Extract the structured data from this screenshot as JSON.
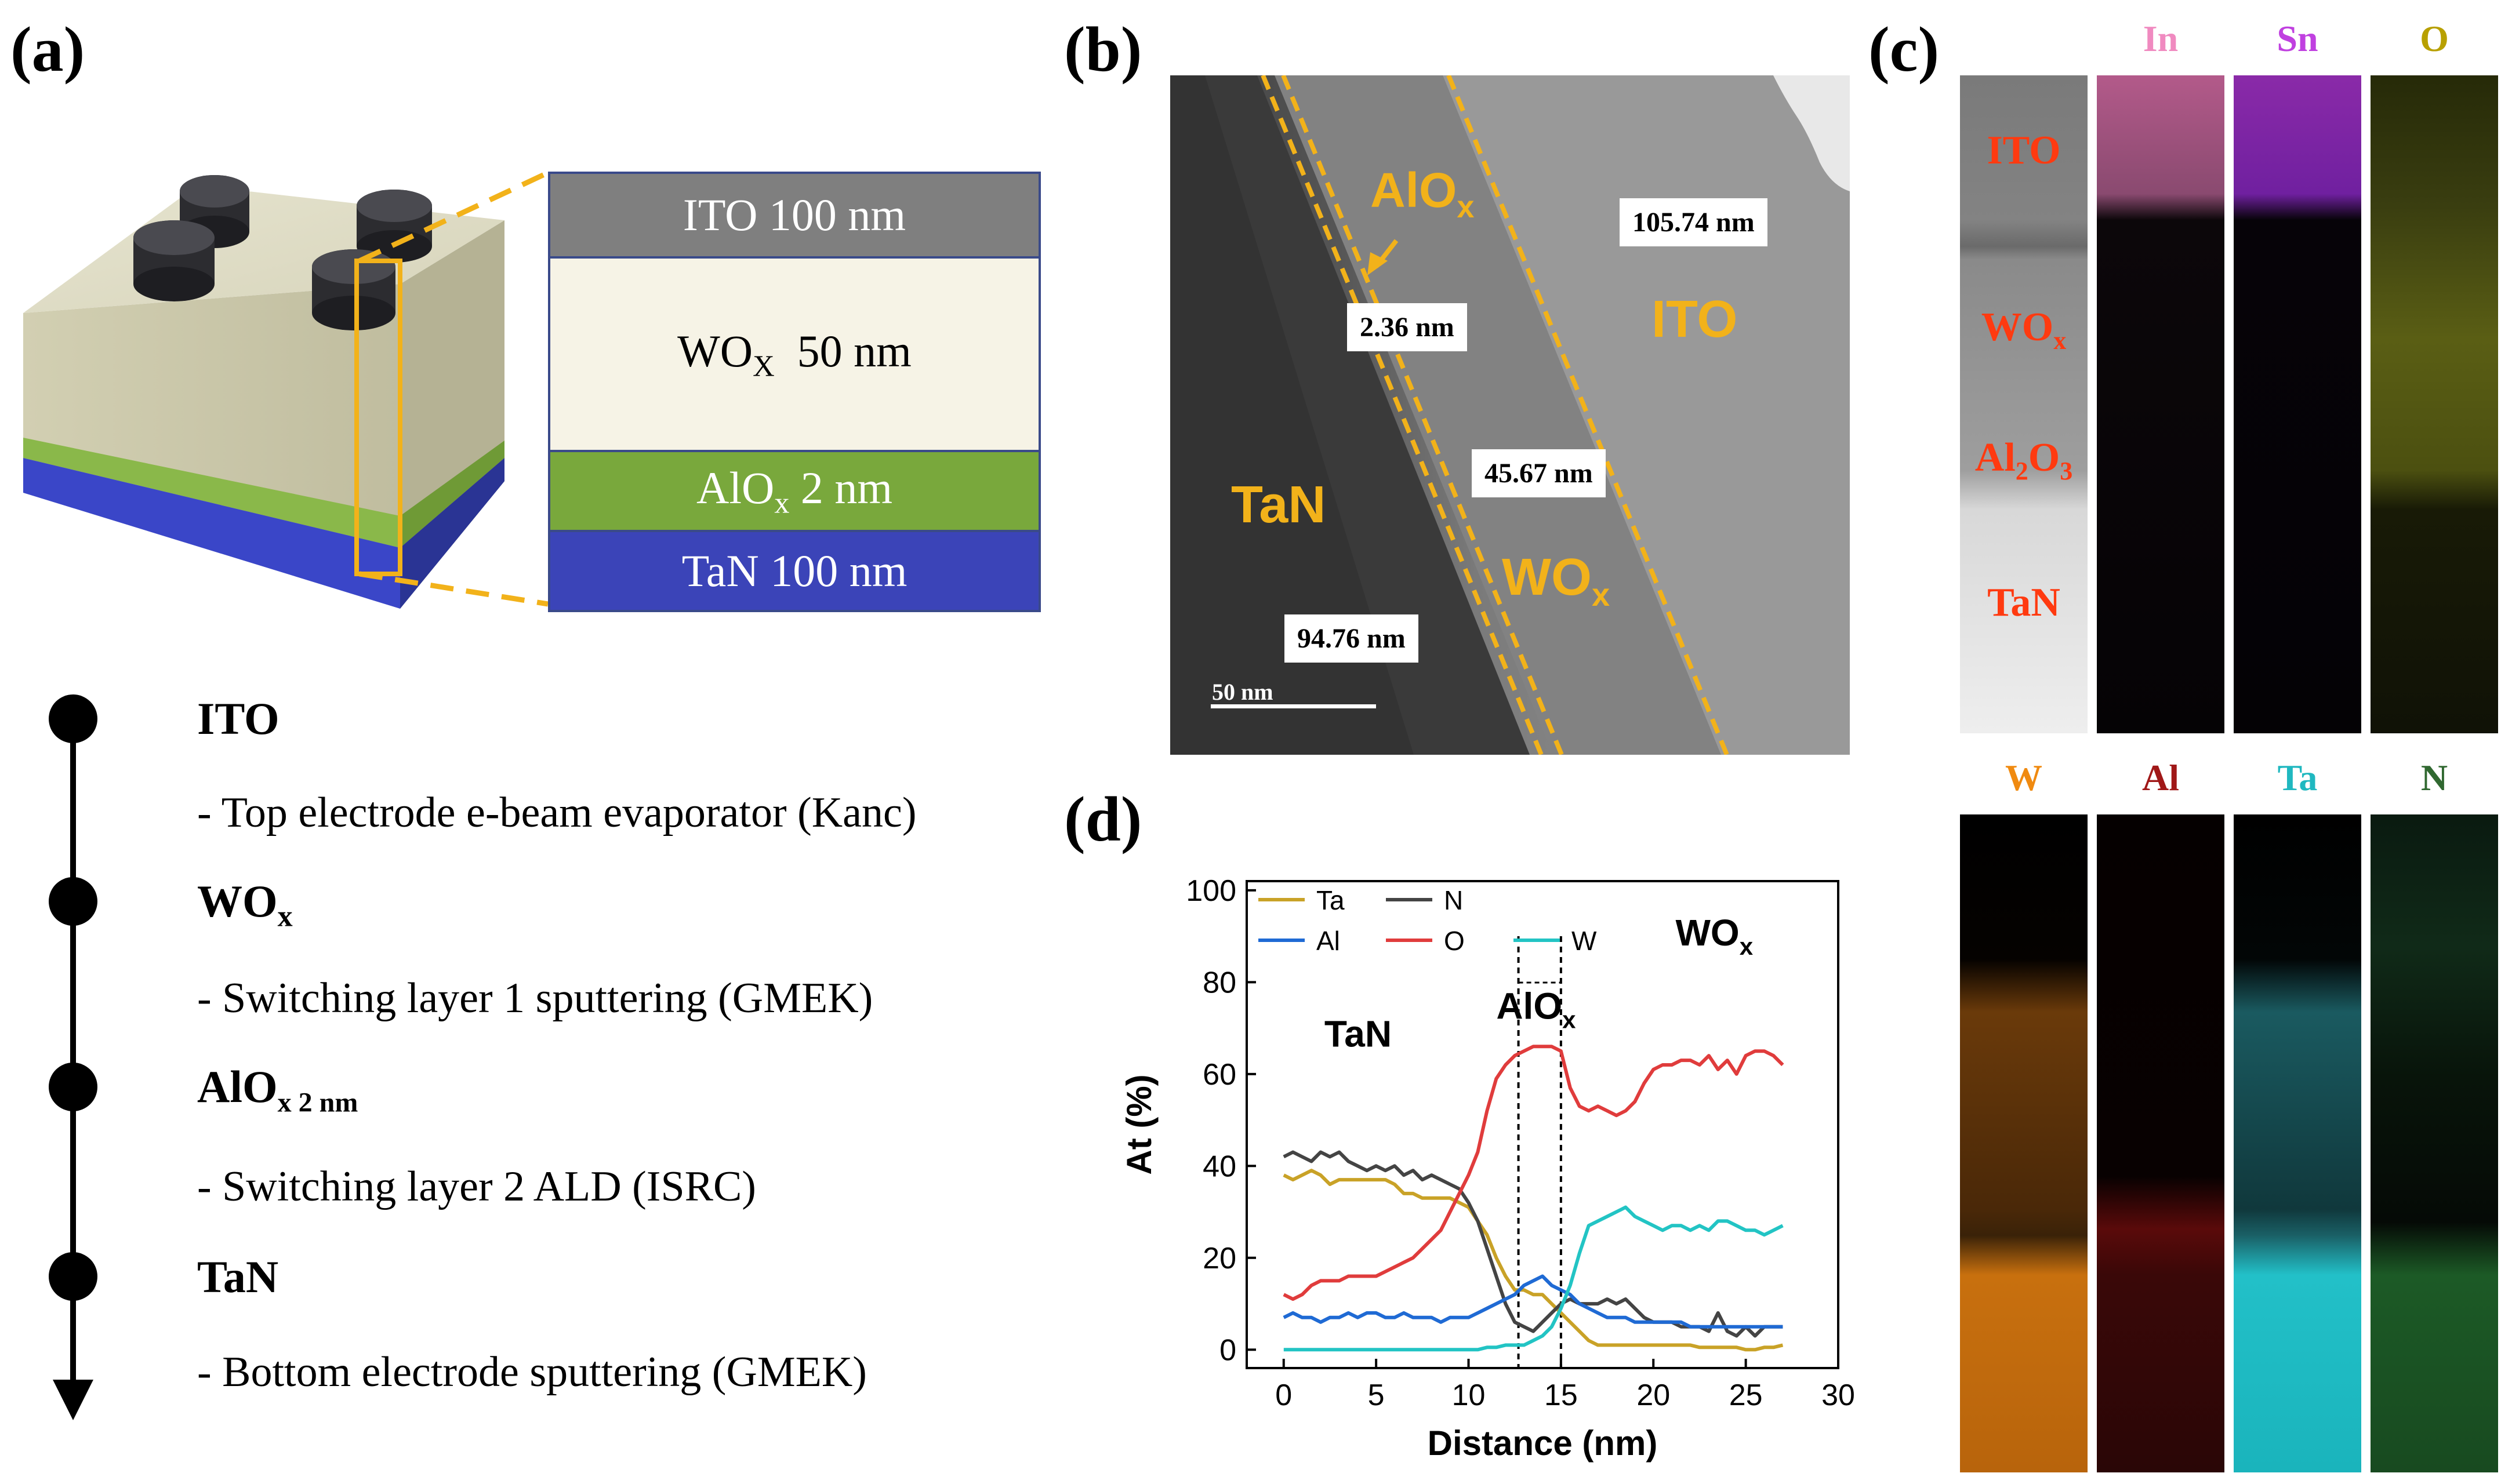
{
  "panel_labels": {
    "a": "(a)",
    "b": "(b)",
    "c": "(c)",
    "d": "(d)"
  },
  "panel_a": {
    "stack": [
      {
        "name": "ITO",
        "label": "ITO 100 nm",
        "color": "#7f7f7f",
        "text_color": "#ffffff"
      },
      {
        "name": "WOx",
        "label_main": "WO",
        "label_sub": "X",
        "label_rest": "  50 nm",
        "color": "#f6f3e6",
        "text_color": "#000000"
      },
      {
        "name": "AlOx",
        "label_main": "AlO",
        "label_sub": "x",
        "label_rest": " 2 nm",
        "color": "#79a83c",
        "text_color": "#ffffff"
      },
      {
        "name": "TaN",
        "label": "TaN 100 nm",
        "color": "#3b44b8",
        "text_color": "#ffffff"
      }
    ],
    "flow": [
      {
        "title": "ITO",
        "desc": "- Top electrode e-beam evaporator (Kanc)"
      },
      {
        "title_main": "WO",
        "title_sub": "x",
        "desc": "- Switching layer 1 sputtering (GMEK)"
      },
      {
        "title_main": "AlO",
        "title_sub": "x 2 nm",
        "desc": "- Switching layer 2 ALD (ISRC)"
      },
      {
        "title": "TaN",
        "desc": "- Bottom electrode sputtering (GMEK)"
      }
    ]
  },
  "panel_b": {
    "measurements": [
      "105.74 nm",
      "2.36 nm",
      "45.67 nm",
      "94.76 nm"
    ],
    "regions": {
      "alox_main": "AlO",
      "alox_sub": "x",
      "ito": "ITO",
      "tan": "TaN",
      "wox_main": "WO",
      "wox_sub": "x"
    },
    "scale_bar": "50 nm",
    "accent_color": "#f2b21a"
  },
  "panel_c": {
    "stem_labels": {
      "ito": "ITO",
      "wox_main": "WO",
      "wox_sub": "x",
      "al2o3_a": "Al",
      "al2o3_b": "2",
      "al2o3_c": "O",
      "al2o3_d": "3",
      "tan": "TaN"
    },
    "top_elements": [
      {
        "name": "In",
        "color": "#f08ac0"
      },
      {
        "name": "Sn",
        "color": "#c040e0"
      },
      {
        "name": "O",
        "color": "#b8a000"
      }
    ],
    "bottom_elements": [
      {
        "name": "W",
        "color": "#f08a10"
      },
      {
        "name": "Al",
        "color": "#a01818"
      },
      {
        "name": "Ta",
        "color": "#20b8c0"
      },
      {
        "name": "N",
        "color": "#306830"
      }
    ]
  },
  "chart_data": {
    "type": "line",
    "xlabel": "Distance (nm)",
    "ylabel": "At (%)",
    "xlim": [
      -2,
      30
    ],
    "ylim": [
      -4,
      102
    ],
    "xticks": [
      0,
      5,
      10,
      15,
      20,
      25,
      30
    ],
    "yticks": [
      0,
      20,
      40,
      60,
      80,
      100
    ],
    "annotations": {
      "tan": "TaN",
      "alox_main": "AlO",
      "alox_sub": "x",
      "wox_main": "WO",
      "wox_sub": "x"
    },
    "vlines": [
      12.7,
      15.0
    ],
    "legend_position": "top-left",
    "series": [
      {
        "name": "Ta",
        "color": "#c9a227",
        "x": [
          0,
          0.5,
          1,
          1.5,
          2,
          2.5,
          3,
          3.5,
          4,
          4.5,
          5,
          5.5,
          6,
          6.5,
          7,
          7.5,
          8,
          8.5,
          9,
          9.5,
          10,
          10.5,
          11,
          11.5,
          12,
          12.5,
          13,
          13.5,
          14,
          14.5,
          15,
          15.5,
          16,
          16.5,
          17,
          17.5,
          18,
          18.5,
          19,
          19.5,
          20,
          20.5,
          21,
          21.5,
          22,
          22.5,
          23,
          23.5,
          24,
          24.5,
          25,
          25.5,
          26,
          26.5,
          27
        ],
        "y": [
          38,
          37,
          38,
          39,
          38,
          36,
          37,
          37,
          37,
          37,
          37,
          37,
          36,
          34,
          34,
          33,
          33,
          33,
          33,
          32,
          31,
          28,
          25,
          20,
          16,
          13,
          13,
          12,
          12,
          10,
          8,
          6,
          4,
          2,
          1,
          1,
          1,
          1,
          1,
          1,
          1,
          1,
          1,
          1,
          1,
          0.5,
          0.5,
          0.5,
          0.5,
          0.5,
          0,
          0,
          0.5,
          0.5,
          1
        ]
      },
      {
        "name": "N",
        "color": "#444444",
        "x": [
          0,
          0.5,
          1,
          1.5,
          2,
          2.5,
          3,
          3.5,
          4,
          4.5,
          5,
          5.5,
          6,
          6.5,
          7,
          7.5,
          8,
          8.5,
          9,
          9.5,
          10,
          10.5,
          11,
          11.5,
          12,
          12.5,
          13,
          13.5,
          14,
          14.5,
          15,
          15.5,
          16,
          16.5,
          17,
          17.5,
          18,
          18.5,
          19,
          19.5,
          20,
          20.5,
          21,
          21.5,
          22,
          22.5,
          23,
          23.5,
          24,
          24.5,
          25,
          25.5,
          26,
          26.5,
          27
        ],
        "y": [
          42,
          43,
          42,
          41,
          43,
          42,
          43,
          41,
          40,
          39,
          40,
          39,
          40,
          38,
          39,
          37,
          38,
          37,
          36,
          35,
          32,
          28,
          22,
          16,
          10,
          6,
          5,
          4,
          6,
          8,
          10,
          11,
          10,
          10,
          10,
          11,
          10,
          11,
          9,
          7,
          6,
          6,
          6,
          5,
          5,
          5,
          4,
          8,
          4,
          3,
          5,
          3,
          5,
          5,
          5
        ]
      },
      {
        "name": "Al",
        "color": "#1f6ad4",
        "x": [
          0,
          0.5,
          1,
          1.5,
          2,
          2.5,
          3,
          3.5,
          4,
          4.5,
          5,
          5.5,
          6,
          6.5,
          7,
          7.5,
          8,
          8.5,
          9,
          9.5,
          10,
          10.5,
          11,
          11.5,
          12,
          12.5,
          13,
          13.5,
          14,
          14.5,
          15,
          15.5,
          16,
          16.5,
          17,
          17.5,
          18,
          18.5,
          19,
          19.5,
          20,
          20.5,
          21,
          21.5,
          22,
          22.5,
          23,
          23.5,
          24,
          24.5,
          25,
          25.5,
          26,
          26.5,
          27
        ],
        "y": [
          7,
          8,
          7,
          7,
          6,
          7,
          7,
          8,
          7,
          8,
          8,
          7,
          7,
          8,
          7,
          7,
          7,
          6,
          7,
          7,
          7,
          8,
          9,
          10,
          11,
          12,
          14,
          15,
          16,
          14,
          13,
          12,
          10,
          9,
          8,
          7,
          7,
          7,
          6,
          6,
          6,
          6,
          6,
          6,
          5,
          5,
          5,
          5,
          5,
          5,
          5,
          5,
          5,
          5,
          5
        ]
      },
      {
        "name": "O",
        "color": "#e03c3c",
        "x": [
          0,
          0.5,
          1,
          1.5,
          2,
          2.5,
          3,
          3.5,
          4,
          4.5,
          5,
          5.5,
          6,
          6.5,
          7,
          7.5,
          8,
          8.5,
          9,
          9.5,
          10,
          10.5,
          11,
          11.5,
          12,
          12.5,
          13,
          13.5,
          14,
          14.5,
          15,
          15.5,
          16,
          16.5,
          17,
          17.5,
          18,
          18.5,
          19,
          19.5,
          20,
          20.5,
          21,
          21.5,
          22,
          22.5,
          23,
          23.5,
          24,
          24.5,
          25,
          25.5,
          26,
          26.5,
          27
        ],
        "y": [
          12,
          11,
          12,
          14,
          15,
          15,
          15,
          16,
          16,
          16,
          16,
          17,
          18,
          19,
          20,
          22,
          24,
          26,
          30,
          34,
          38,
          43,
          52,
          59,
          62,
          64,
          65,
          66,
          66,
          66,
          65,
          57,
          53,
          52,
          53,
          52,
          51,
          52,
          54,
          58,
          61,
          62,
          62,
          63,
          63,
          62,
          64,
          61,
          63,
          60,
          64,
          65,
          65,
          64,
          62
        ]
      },
      {
        "name": "W",
        "color": "#22c4c4",
        "x": [
          0,
          0.5,
          1,
          1.5,
          2,
          2.5,
          3,
          3.5,
          4,
          4.5,
          5,
          5.5,
          6,
          6.5,
          7,
          7.5,
          8,
          8.5,
          9,
          9.5,
          10,
          10.5,
          11,
          11.5,
          12,
          12.5,
          13,
          13.5,
          14,
          14.5,
          15,
          15.5,
          16,
          16.5,
          17,
          17.5,
          18,
          18.5,
          19,
          19.5,
          20,
          20.5,
          21,
          21.5,
          22,
          22.5,
          23,
          23.5,
          24,
          24.5,
          25,
          25.5,
          26,
          26.5,
          27
        ],
        "y": [
          0,
          0,
          0,
          0,
          0,
          0,
          0,
          0,
          0,
          0,
          0,
          0,
          0,
          0,
          0,
          0,
          0,
          0,
          0,
          0,
          0,
          0,
          0.5,
          0.5,
          1,
          1,
          1,
          2,
          3,
          5,
          9,
          14,
          21,
          27,
          28,
          29,
          30,
          31,
          29,
          28,
          27,
          26,
          27,
          27,
          26,
          27,
          26,
          28,
          28,
          27,
          26,
          26,
          25,
          26,
          27
        ]
      }
    ]
  }
}
